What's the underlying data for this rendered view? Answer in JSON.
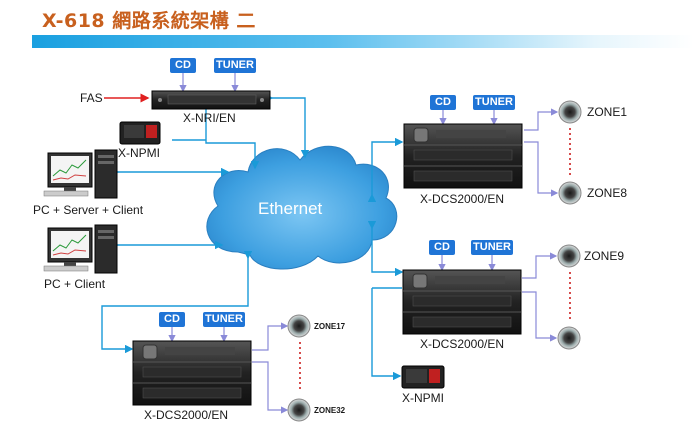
{
  "page": {
    "title": "X-618 網路系統架構 二",
    "banner_color": "#1aa0e0",
    "title_color": "#c8601e"
  },
  "diagram": {
    "cloud_label": "Ethernet",
    "fas_label": "FAS",
    "nri": {
      "label": "X-NRI/EN",
      "tag_cd": "CD",
      "tag_tuner": "TUNER"
    },
    "npmi_top": {
      "label": "X-NPMI"
    },
    "pc_server": {
      "label": "PC + Server + Client"
    },
    "pc_client": {
      "label": "PC + Client"
    },
    "dcs_top_right": {
      "label": "X-DCS2000/EN",
      "tag_cd": "CD",
      "tag_tuner": "TUNER",
      "zone_first": "ZONE1",
      "zone_last": "ZONE8"
    },
    "dcs_mid_right": {
      "label": "X-DCS2000/EN",
      "tag_cd": "CD",
      "tag_tuner": "TUNER",
      "zone_first": "ZONE9"
    },
    "npmi_bottom": {
      "label": "X-NPMI"
    },
    "dcs_bottom_left": {
      "label": "X-DCS2000/EN",
      "tag_cd": "CD",
      "tag_tuner": "TUNER",
      "zone_first": "ZONE17",
      "zone_last": "ZONE32"
    },
    "colors": {
      "link": "#1a9ad8",
      "fas_arrow": "#e02020",
      "audio_link": "#8a8ad8",
      "dots": "#cc2020",
      "tag": "#1f74d6"
    }
  }
}
